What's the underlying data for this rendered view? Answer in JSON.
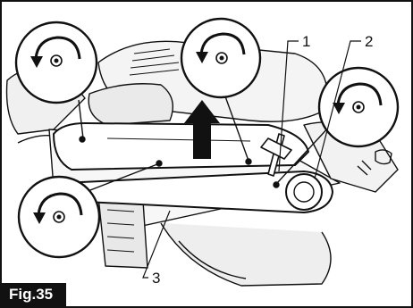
{
  "figure": {
    "label": "Fig.35",
    "callouts": [
      "1",
      "2",
      "3"
    ]
  },
  "icons": [
    "counterclockwise-rotation-icon",
    "up-arrow-icon",
    "bolt-icon",
    "wrench-icon"
  ],
  "colors": {
    "ink": "#111111",
    "background": "#ffffff",
    "label_bg": "#111111",
    "label_text": "#ffffff"
  }
}
